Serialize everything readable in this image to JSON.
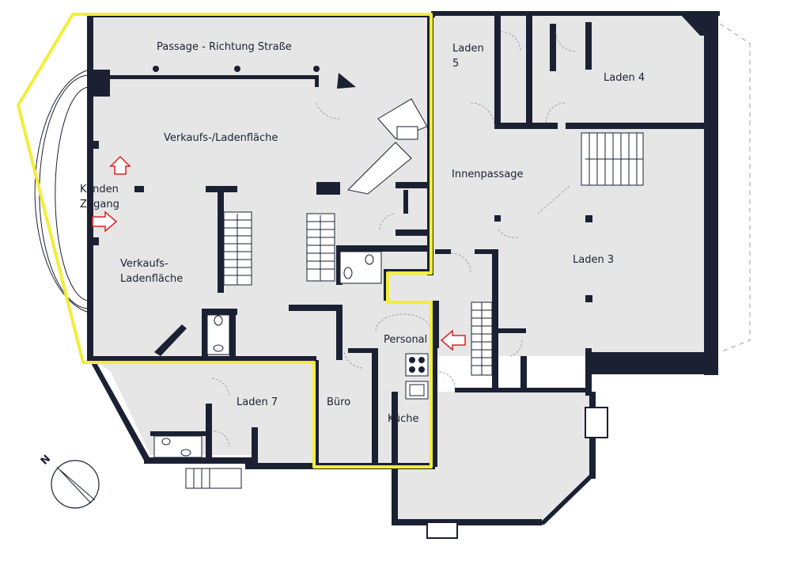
{
  "rooms": {
    "passage": "Passage - Richtung Straße",
    "laden5_a": "Laden",
    "laden5_b": "5",
    "laden4": "Laden 4",
    "verkaufsflaeche": "Verkaufs-/Ladenfläche",
    "innenpassage": "Innenpassage",
    "kunden_a": "Kunden",
    "kunden_b": "Zugang",
    "verkauf2_a": "Verkaufs-",
    "verkauf2_b": "Ladenfläche",
    "laden3": "Laden 3",
    "personal": "Personal",
    "laden7": "Laden 7",
    "buero": "Büro",
    "kueche": "Küche"
  },
  "compass": {
    "label": "N"
  },
  "colors": {
    "wall": "#1b2133",
    "floor": "#e6e6e6",
    "highlight": "#f2ee3a",
    "arrow": "#e02020"
  }
}
